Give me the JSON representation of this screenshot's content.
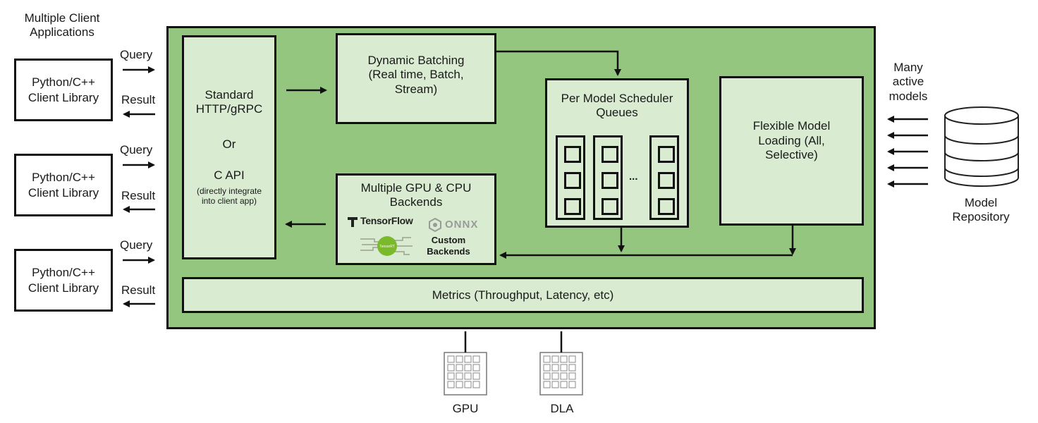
{
  "clients": {
    "header": "Multiple Client\nApplications",
    "items": [
      {
        "label": "Python/C++\nClient Library",
        "query": "Query",
        "result": "Result"
      },
      {
        "label": "Python/C++\nClient Library",
        "query": "Query",
        "result": "Result"
      },
      {
        "label": "Python/C++\nClient Library",
        "query": "Query",
        "result": "Result"
      }
    ]
  },
  "server": {
    "api_box": {
      "line1": "Standard\nHTTP/gRPC",
      "line2": "Or",
      "line3": "C API",
      "note": "(directly integrate\ninto client app)"
    },
    "dynamic_batching": "Dynamic Batching\n(Real time, Batch,\nStream)",
    "backends": {
      "title": "Multiple GPU & CPU\nBackends",
      "tensorflow": "TensorFlow",
      "onnx": "ONNX",
      "tensorrt": "TensorRT",
      "custom": "Custom\nBackends"
    },
    "scheduler": {
      "title": "Per Model Scheduler\nQueues",
      "ellipsis": "..."
    },
    "model_loading": "Flexible Model\nLoading (All,\nSelective)",
    "metrics": "Metrics (Throughput, Latency, etc)"
  },
  "repository": {
    "many_models": "Many\nactive\nmodels",
    "label": "Model\nRepository"
  },
  "hardware": [
    {
      "label": "GPU"
    },
    {
      "label": "DLA"
    }
  ],
  "colors": {
    "server_bg": "#94c67f",
    "box_bg": "#d9ecd2",
    "border": "#111111",
    "tensorrt_green": "#7ab929"
  }
}
